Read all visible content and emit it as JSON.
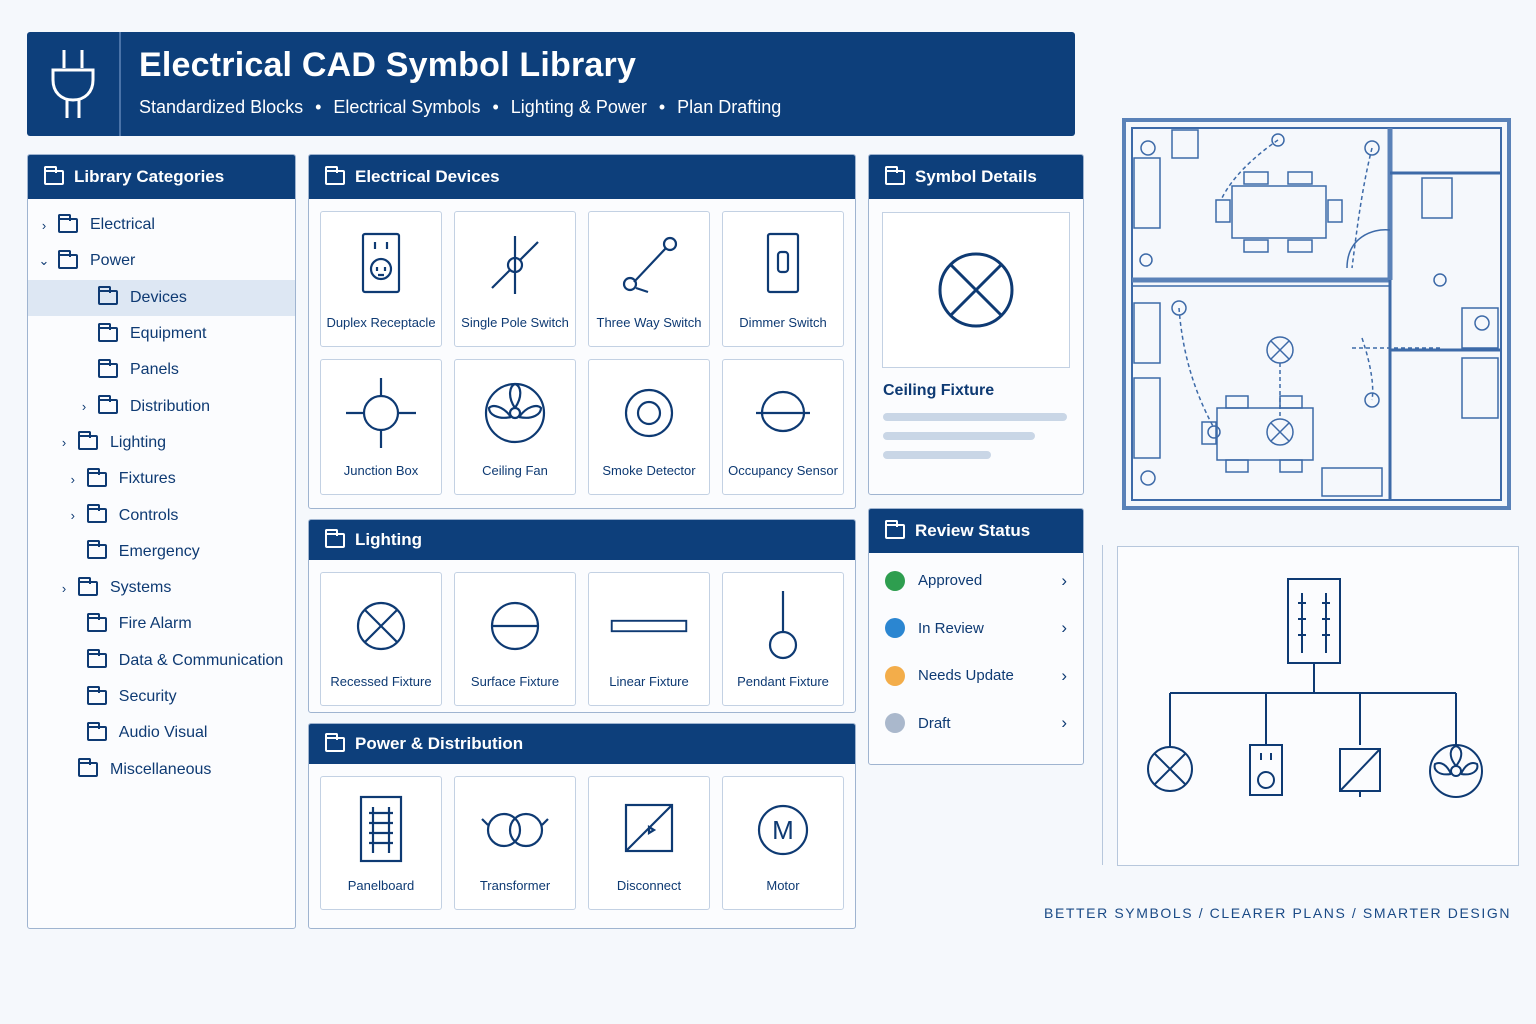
{
  "header": {
    "title": "Electrical CAD Symbol Library",
    "subtitle": [
      "Standardized Blocks",
      "Electrical Symbols",
      "Lighting & Power",
      "Plan Drafting"
    ],
    "logo_icon": "plug-icon"
  },
  "categories": {
    "title": "Library Categories",
    "items": [
      {
        "label": "Electrical",
        "chevron": "›"
      },
      {
        "label": "Power",
        "chevron": "⌄"
      },
      {
        "label": "Devices",
        "chevron": ""
      },
      {
        "label": "Equipment",
        "chevron": ""
      },
      {
        "label": "Panels",
        "chevron": ""
      },
      {
        "label": "Distribution",
        "chevron": "›"
      },
      {
        "label": "Lighting",
        "chevron": "›"
      },
      {
        "label": "Fixtures",
        "chevron": "›"
      },
      {
        "label": "Controls",
        "chevron": "›"
      },
      {
        "label": "Emergency",
        "chevron": ""
      },
      {
        "label": "Systems",
        "chevron": "›"
      },
      {
        "label": "Fire Alarm",
        "chevron": ""
      },
      {
        "label": "Data & Communication",
        "chevron": ""
      },
      {
        "label": "Security",
        "chevron": ""
      },
      {
        "label": "Audio Visual",
        "chevron": ""
      },
      {
        "label": "Miscellaneous",
        "chevron": ""
      }
    ]
  },
  "devices": {
    "title": "Electrical Devices",
    "items": [
      {
        "label": "Duplex Receptacle",
        "icon": "duplex-receptacle-icon"
      },
      {
        "label": "Single Pole Switch",
        "icon": "single-pole-switch-icon"
      },
      {
        "label": "Three Way Switch",
        "icon": "three-way-switch-icon"
      },
      {
        "label": "Dimmer Switch",
        "icon": "dimmer-switch-icon"
      },
      {
        "label": "Junction Box",
        "icon": "junction-box-icon"
      },
      {
        "label": "Ceiling Fan",
        "icon": "ceiling-fan-icon"
      },
      {
        "label": "Smoke Detector",
        "icon": "smoke-detector-icon"
      },
      {
        "label": "Occupancy Sensor",
        "icon": "occupancy-sensor-icon"
      }
    ]
  },
  "lighting": {
    "title": "Lighting",
    "items": [
      {
        "label": "Recessed Fixture",
        "icon": "recessed-fixture-icon"
      },
      {
        "label": "Surface Fixture",
        "icon": "surface-fixture-icon"
      },
      {
        "label": "Linear Fixture",
        "icon": "linear-fixture-icon"
      },
      {
        "label": "Pendant Fixture",
        "icon": "pendant-fixture-icon"
      }
    ]
  },
  "power": {
    "title": "Power & Distribution",
    "items": [
      {
        "label": "Panelboard",
        "icon": "panelboard-icon"
      },
      {
        "label": "Transformer",
        "icon": "transformer-icon"
      },
      {
        "label": "Disconnect",
        "icon": "disconnect-icon"
      },
      {
        "label": "Motor",
        "icon": "motor-icon",
        "glyph": "M"
      }
    ]
  },
  "details": {
    "title": "Symbol Details",
    "name": "Ceiling Fixture",
    "icon": "ceiling-fixture-icon"
  },
  "review": {
    "title": "Review Status",
    "items": [
      {
        "label": "Approved",
        "color": "#2e9e4f"
      },
      {
        "label": "In Review",
        "color": "#2b86d1"
      },
      {
        "label": "Needs Update",
        "color": "#f3ad4a"
      },
      {
        "label": "Draft",
        "color": "#aab8cc"
      }
    ]
  },
  "tagline": "BETTER SYMBOLS  /  CLEARER PLANS  /  SMARTER DESIGN"
}
